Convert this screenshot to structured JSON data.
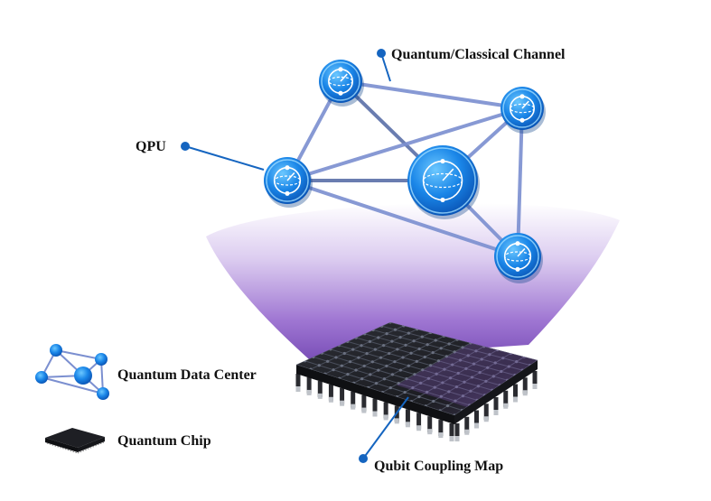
{
  "labels": {
    "channel": "Quantum/Classical Channel",
    "qpu": "QPU",
    "data_center": "Quantum Data Center",
    "chip": "Quantum Chip",
    "coupling_map": "Qubit Coupling Map"
  },
  "colors": {
    "node_blue": "#1a86e8",
    "node_dark": "#0b57b8",
    "edge": "#7b8fd0",
    "edge_dark": "#5a6fa8",
    "callout": "#1565c0",
    "beam": "#8c5fc8",
    "chip_body": "#1e1f24",
    "chip_grid": "#4a4f5c"
  },
  "icons": {
    "qpu_node": "qubit-sphere-icon",
    "legend_network": "network-icon",
    "legend_chip": "chip-icon"
  }
}
